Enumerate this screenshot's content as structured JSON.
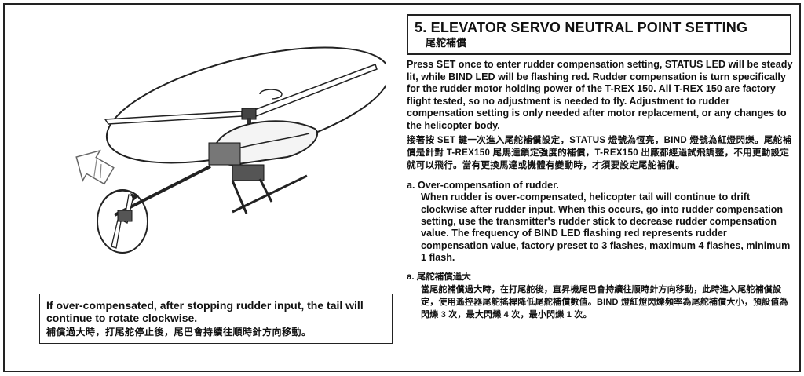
{
  "caption": {
    "en": "If over-compensated, after stopping rudder input, the tail will continue to rotate clockwise.",
    "zh": "補償過大時，打尾舵停止後，尾巴會持續往順時針方向移動。"
  },
  "section": {
    "title": "5. ELEVATOR SERVO NEUTRAL POINT SETTING",
    "subtitle": "尾舵補償",
    "intro_en": "Press SET once to enter rudder compensation setting, STATUS LED will be steady lit, while BIND LED will be flashing red. Rudder compensation is turn specifically for the rudder motor holding power of the T-REX 150. All T-REX 150 are factory flight tested, so no adjustment is needed to fly. Adjustment to rudder compensation setting is only needed after motor replacement, or any changes to the helicopter body.",
    "intro_zh": "接著按 SET 鍵一次進入尾舵補償設定，STATUS 燈號為恆亮，BIND 燈號為紅燈閃爍。尾舵補償是針對 T-REX150 尾馬達鎖定強度的補償，T-REX150 出廠都經過試飛調整，不用更動設定就可以飛行。當有更換馬達或機體有變動時，才須要設定尾舵補償。",
    "item_a_head": "a. Over-compensation of rudder.",
    "item_a_body": "When rudder is over-compensated, helicopter tail will continue to drift clockwise after rudder input. When this occurs, go into rudder compensation setting, use the transmitter's rudder stick to decrease rudder compensation value. The frequency of BIND LED flashing red represents rudder compensation value, factory preset to 3 flashes, maximum 4 flashes, minimum 1 flash.",
    "item_a_head_zh": "a. 尾舵補償過大",
    "item_a_body_zh": "當尾舵補償過大時，在打尾舵後，直昇機尾巴會持續往順時針方向移動，此時進入尾舵補償設定，使用遙控器尾舵搖桿降低尾舵補償數值。BIND 燈紅燈閃爍頻率為尾舵補償大小，預設值為閃爍 3 次，最大閃爍 4 次，最小閃爍 1 次。"
  }
}
